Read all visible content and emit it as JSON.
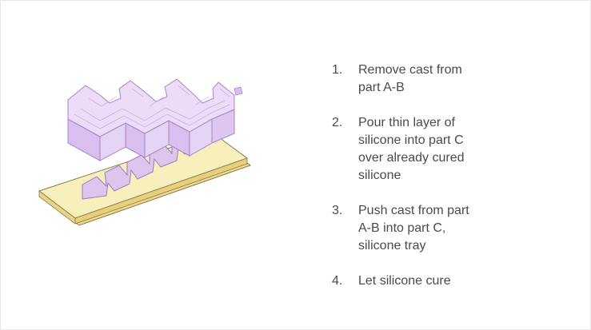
{
  "steps": [
    {
      "number": "1.",
      "text": "Remove cast from part A-B"
    },
    {
      "number": "2.",
      "text": "Pour thin layer of silicone into part C over already cured silicone"
    },
    {
      "number": "3.",
      "text": "Push cast from part A-B into part C, silicone tray"
    },
    {
      "number": "4.",
      "text": "Let silicone cure"
    }
  ],
  "colors": {
    "cast_fill": "#e2ccf2",
    "cast_stroke": "#a886c8",
    "tray_fill": "#f6efb8",
    "tray_edge": "#e0c97a",
    "tray_stroke": "#8a7a4a",
    "channel_fill": "#dcc6ee",
    "text": "#4a4a4a"
  },
  "icons": {
    "cast": "purple-serpentine-cast-block",
    "tray": "yellow-silicone-tray-with-channel"
  }
}
